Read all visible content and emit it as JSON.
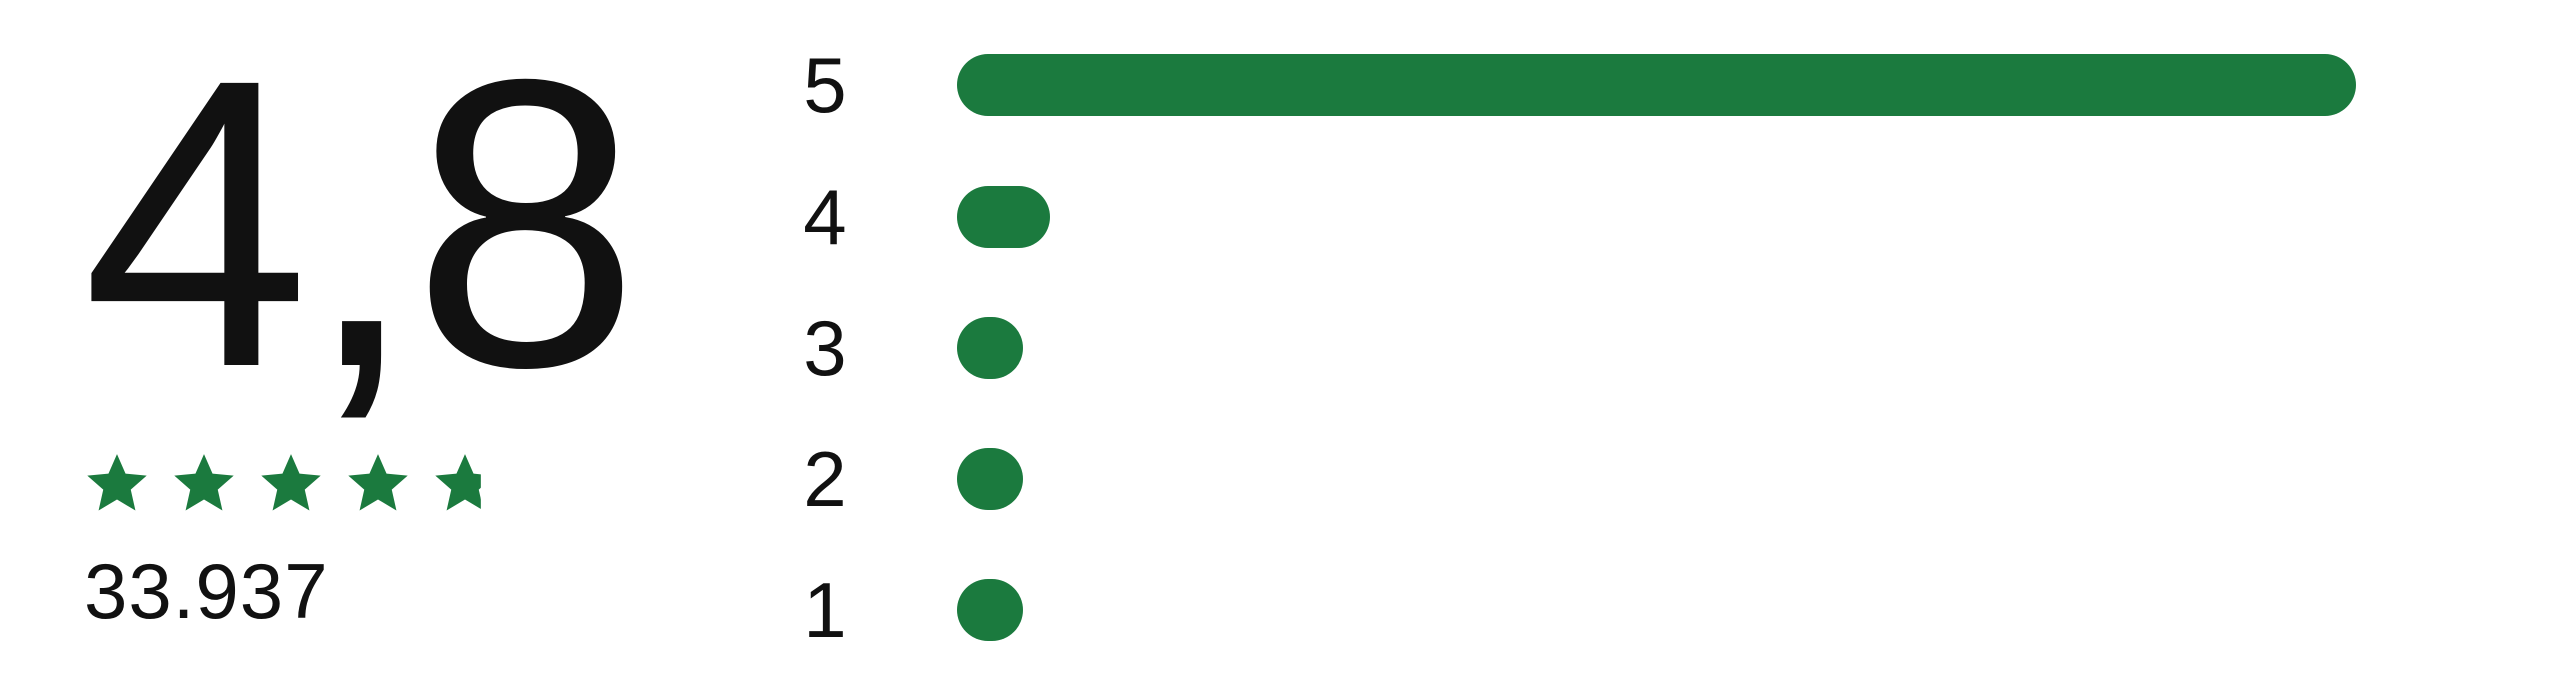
{
  "rating": {
    "score": "4,8",
    "stars_value": 4.8,
    "stars_max": 5,
    "review_count": "33.937"
  },
  "colors": {
    "accent": "#1b7a3e"
  },
  "chart_data": {
    "type": "bar",
    "orientation": "horizontal",
    "categories": [
      "5",
      "4",
      "3",
      "2",
      "1"
    ],
    "values": [
      90,
      6,
      2,
      1,
      1
    ],
    "unit": "percent of reviews (estimated)",
    "xlim": [
      0,
      100
    ]
  }
}
